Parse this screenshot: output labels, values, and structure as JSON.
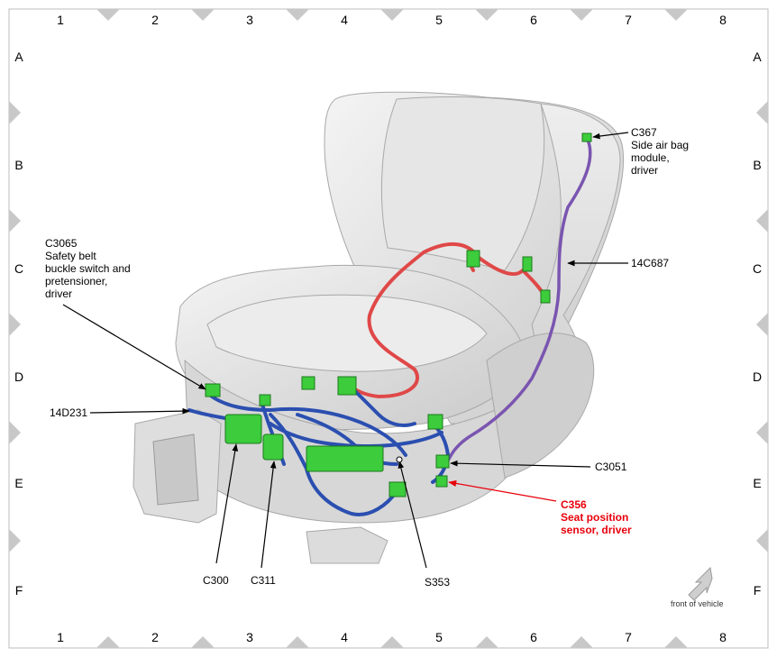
{
  "grid": {
    "columns": [
      "1",
      "2",
      "3",
      "4",
      "5",
      "6",
      "7",
      "8"
    ],
    "rows": [
      "A",
      "B",
      "C",
      "D",
      "E",
      "F"
    ]
  },
  "callouts": {
    "c367": {
      "code": "C367",
      "desc": [
        "Side air bag",
        "module,",
        "driver"
      ]
    },
    "c3065": {
      "code": "C3065",
      "desc": [
        "Safety belt",
        "buckle switch and",
        "pretensioner,",
        "driver"
      ]
    },
    "h14c687": {
      "code": "14C687"
    },
    "h14d231": {
      "code": "14D231"
    },
    "c3051": {
      "code": "C3051"
    },
    "c356": {
      "code": "C356",
      "desc": [
        "Seat position",
        "sensor, driver"
      ],
      "color": "#e8000b"
    },
    "c300": {
      "code": "C300"
    },
    "c311": {
      "code": "C311"
    },
    "s353": {
      "code": "S353"
    }
  },
  "front_label": "front of vehicle",
  "colors": {
    "harness_blue": "#2b4fb0",
    "harness_red": "#e04848",
    "harness_purple": "#7a55b0",
    "connector_green": "#3ccc3c",
    "seat_gray": "#d9d9d9",
    "border_triangle": "#c8c8c8",
    "highlight_red": "#e8000b"
  }
}
